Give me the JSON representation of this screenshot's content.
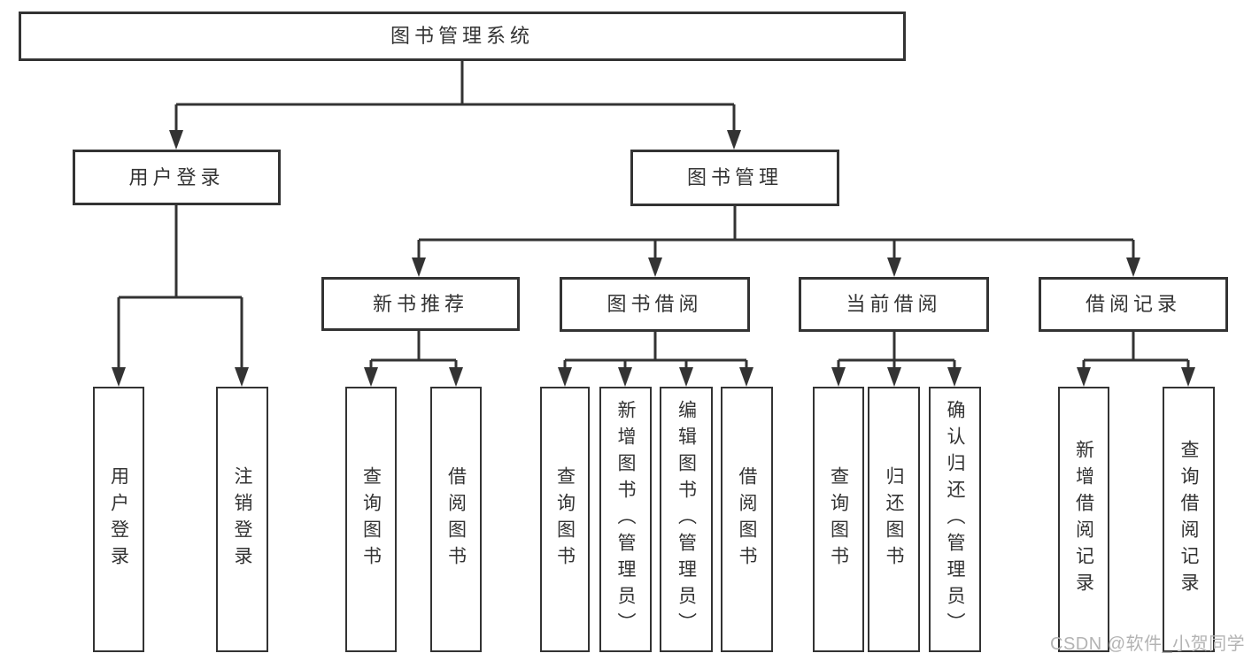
{
  "tree": {
    "root": {
      "label": "图书管理系统",
      "children": [
        {
          "label": "用户登录",
          "children": [
            {
              "label": "用户登录"
            },
            {
              "label": "注销登录"
            }
          ]
        },
        {
          "label": "图书管理",
          "children": [
            {
              "label": "新书推荐",
              "children": [
                {
                  "label": "查询图书"
                },
                {
                  "label": "借阅图书"
                }
              ]
            },
            {
              "label": "图书借阅",
              "children": [
                {
                  "label": "查询图书"
                },
                {
                  "label": "新增图书（管理员）"
                },
                {
                  "label": "编辑图书（管理员）"
                },
                {
                  "label": "借阅图书"
                }
              ]
            },
            {
              "label": "当前借阅",
              "children": [
                {
                  "label": "查询图书"
                },
                {
                  "label": "归还图书"
                },
                {
                  "label": "确认归还（管理员）"
                }
              ]
            },
            {
              "label": "借阅记录",
              "children": [
                {
                  "label": "新增借阅记录"
                },
                {
                  "label": "查询借阅记录"
                }
              ]
            }
          ]
        }
      ]
    }
  },
  "watermark": {
    "text": "CSDN @软件_小贺同学"
  },
  "colors": {
    "line": "#333333",
    "text": "#333333",
    "node_background": "#ffffff",
    "watermark": "#b3b3b3",
    "page_background": "#ffffff"
  }
}
